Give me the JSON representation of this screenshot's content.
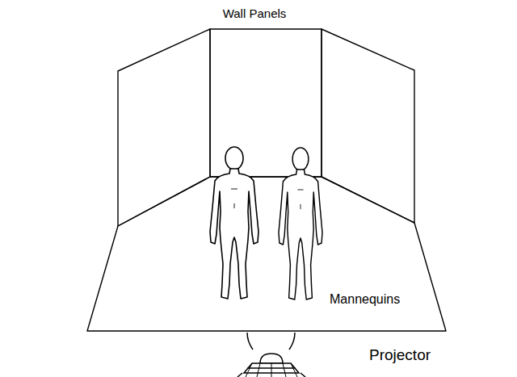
{
  "diagram": {
    "labels": [
      "Wall Panels",
      "Mannequins",
      "Projector"
    ]
  }
}
